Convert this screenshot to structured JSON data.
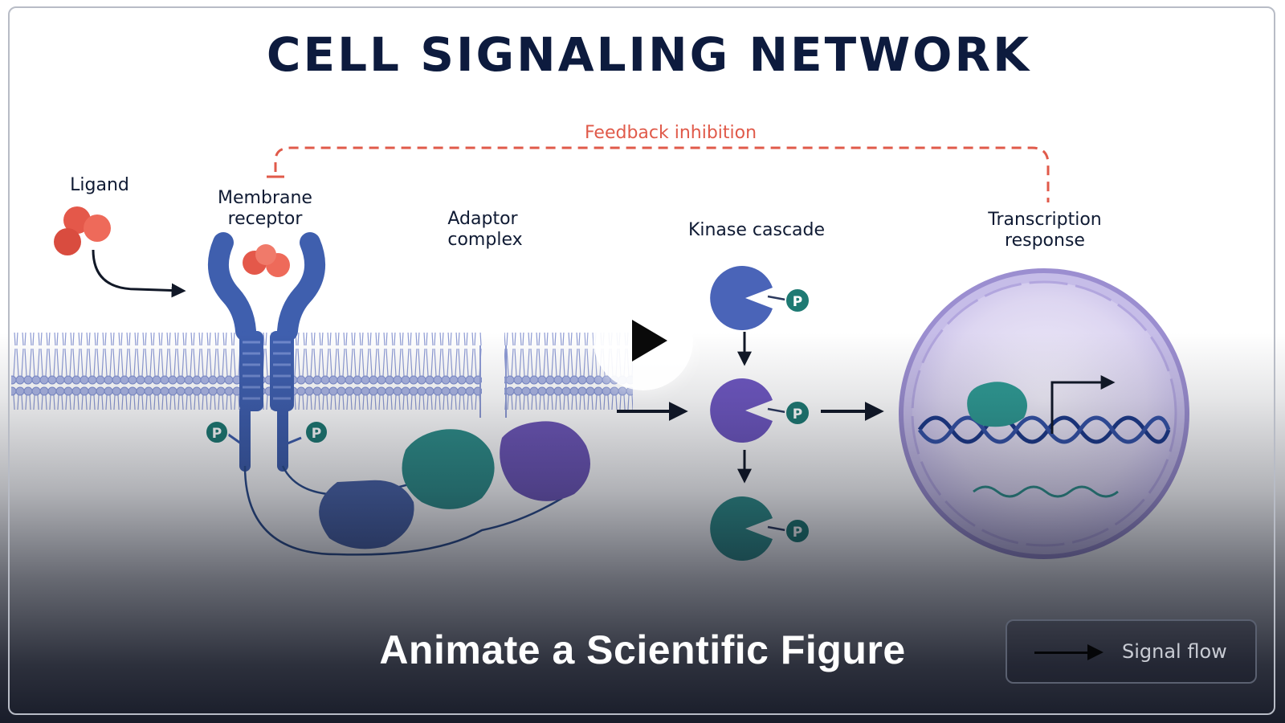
{
  "figure": {
    "title": "CELL SIGNALING NETWORK",
    "labels": {
      "ligand": "Ligand",
      "receptor_line1": "Membrane",
      "receptor_line2": "receptor",
      "adaptor_line1": "Adaptor",
      "adaptor_line2": "complex",
      "kinase": "Kinase cascade",
      "transcription_line1": "Transcription",
      "transcription_line2": "response",
      "feedback": "Feedback inhibition"
    },
    "phospho_marker": "P"
  },
  "caption": "Animate a Scientific Figure",
  "legend": {
    "label": "Signal flow"
  },
  "colors": {
    "title": "#0d1b3e",
    "feedback": "#e05a4a",
    "receptor": "#3f5fae",
    "ligand": "#e4584a",
    "teal": "#2f8f8a",
    "purple": "#6e57b8",
    "membrane": "#9aa8d8",
    "nucleus": "#9b8ed0"
  },
  "icons": {
    "play": "play-icon",
    "signal_arrow": "arrow-right-icon"
  }
}
